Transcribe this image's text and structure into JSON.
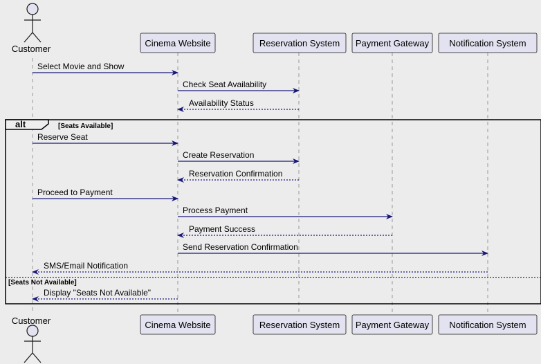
{
  "participants": [
    {
      "id": "customer",
      "label": "Customer",
      "kind": "actor"
    },
    {
      "id": "website",
      "label": "Cinema Website",
      "kind": "participant"
    },
    {
      "id": "reservation",
      "label": "Reservation System",
      "kind": "participant"
    },
    {
      "id": "payment",
      "label": "Payment Gateway",
      "kind": "participant"
    },
    {
      "id": "notification",
      "label": "Notification System",
      "kind": "participant"
    }
  ],
  "messages": [
    {
      "from": "customer",
      "to": "website",
      "label": "Select Movie and Show",
      "style": "solid"
    },
    {
      "from": "website",
      "to": "reservation",
      "label": "Check Seat Availability",
      "style": "solid"
    },
    {
      "from": "reservation",
      "to": "website",
      "label": "Availability Status",
      "style": "dashed"
    },
    {
      "from": "customer",
      "to": "website",
      "label": "Reserve Seat",
      "style": "solid"
    },
    {
      "from": "website",
      "to": "reservation",
      "label": "Create Reservation",
      "style": "solid"
    },
    {
      "from": "reservation",
      "to": "website",
      "label": "Reservation Confirmation",
      "style": "dashed"
    },
    {
      "from": "customer",
      "to": "website",
      "label": "Proceed to Payment",
      "style": "solid"
    },
    {
      "from": "website",
      "to": "payment",
      "label": "Process Payment",
      "style": "solid"
    },
    {
      "from": "payment",
      "to": "website",
      "label": "Payment Success",
      "style": "dashed"
    },
    {
      "from": "website",
      "to": "notification",
      "label": "Send Reservation Confirmation",
      "style": "solid"
    },
    {
      "from": "notification",
      "to": "customer",
      "label": "SMS/Email Notification",
      "style": "dashed"
    },
    {
      "from": "website",
      "to": "customer",
      "label": "Display \"Seats Not Available\"",
      "style": "dashed"
    }
  ],
  "fragment": {
    "operator": "alt",
    "guard_1": "[Seats Available]",
    "guard_2": "[Seats Not Available]"
  }
}
